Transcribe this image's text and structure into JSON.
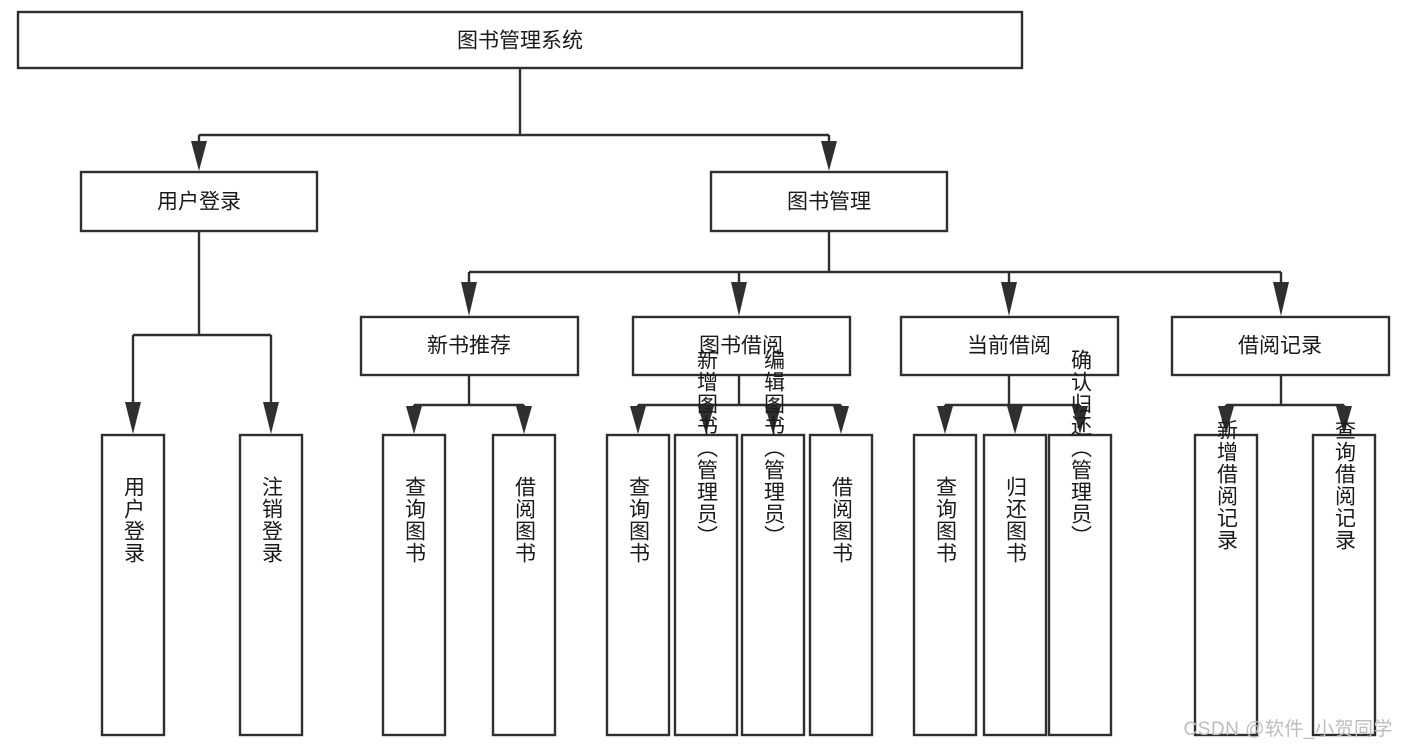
{
  "diagram": {
    "type": "tree-hierarchy",
    "title": "图书管理系统",
    "watermark": "CSDN @软件_小贺同学",
    "theme": {
      "background": "#ffffff",
      "box_fill": "#ffffff",
      "box_stroke": "#2f2f2f",
      "connector": "#2f2f2f",
      "text": "#1a1a1a",
      "watermark_color": "#bdbdbd"
    },
    "levels": {
      "root": {
        "label": "图书管理系统"
      },
      "level2": [
        {
          "label": "用户登录"
        },
        {
          "label": "图书管理"
        }
      ],
      "level3": [
        {
          "label": "新书推荐"
        },
        {
          "label": "图书借阅"
        },
        {
          "label": "当前借阅"
        },
        {
          "label": "借阅记录"
        }
      ],
      "leaves": {
        "user_login": [
          {
            "label": "用户登录"
          },
          {
            "label": "注销登录"
          }
        ],
        "new_book_recommend": [
          {
            "label": "查询图书"
          },
          {
            "label": "借阅图书"
          }
        ],
        "book_borrow": [
          {
            "label": "查询图书"
          },
          {
            "label": "新增图书（管理员）"
          },
          {
            "label": "编辑图书（管理员）"
          },
          {
            "label": "借阅图书"
          }
        ],
        "current_borrow": [
          {
            "label": "查询图书"
          },
          {
            "label": "归还图书"
          },
          {
            "label": "确认归还（管理员）"
          }
        ],
        "borrow_record": [
          {
            "label": "新增借阅记录"
          },
          {
            "label": "查询借阅记录"
          }
        ]
      }
    }
  }
}
